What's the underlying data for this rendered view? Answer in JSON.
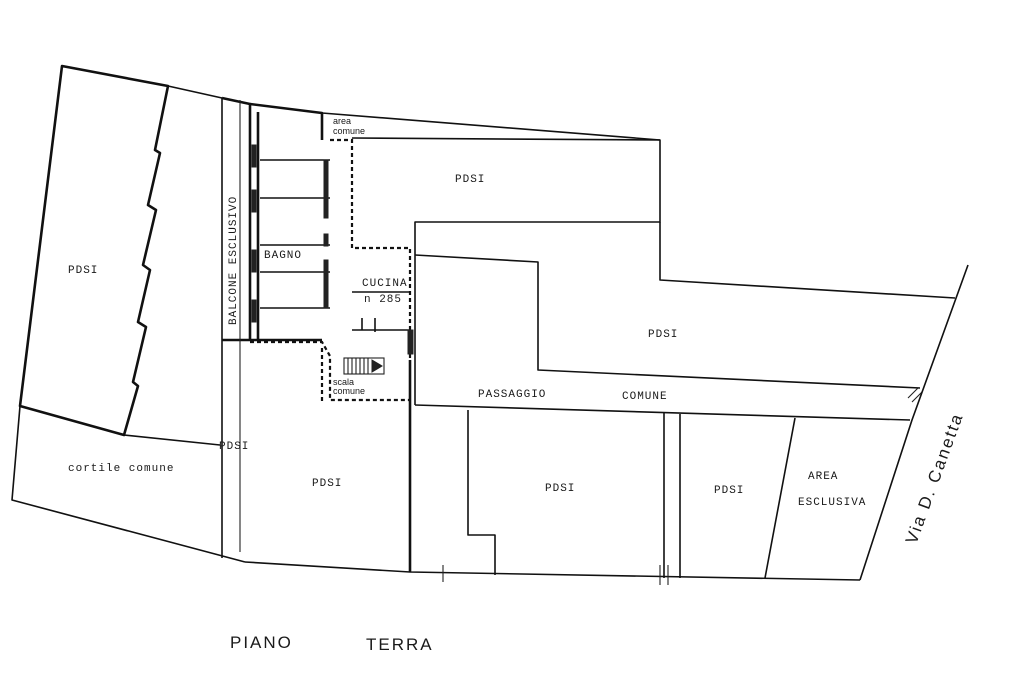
{
  "labels": {
    "pdsi_left": "PDSI",
    "pdsi_top": "PDSI",
    "pdsi_right": "PDSI",
    "pdsi_balcone": "PDSI",
    "pdsi_center": "PDSI",
    "pdsi_bottom_mid": "PDSI",
    "pdsi_bottom_right": "PDSI",
    "cortile_comune": "cortile comune",
    "balcone_esclusivo": "BALCONE ESCLUSIVO",
    "bagno": "BAGNO",
    "cucina": "CUCINA",
    "cucina_n": "n 285",
    "area_comune_1": "area",
    "area_comune_2": "comune",
    "scala_comune_1": "scala",
    "scala_comune_2": "comune",
    "passaggio": "PASSAGGIO",
    "comune": "COMUNE",
    "area_esclusiva_1": "AREA",
    "area_esclusiva_2": "ESCLUSIVA",
    "street": "Via D. Canetta",
    "title_1": "PIANO",
    "title_2": "TERRA"
  }
}
